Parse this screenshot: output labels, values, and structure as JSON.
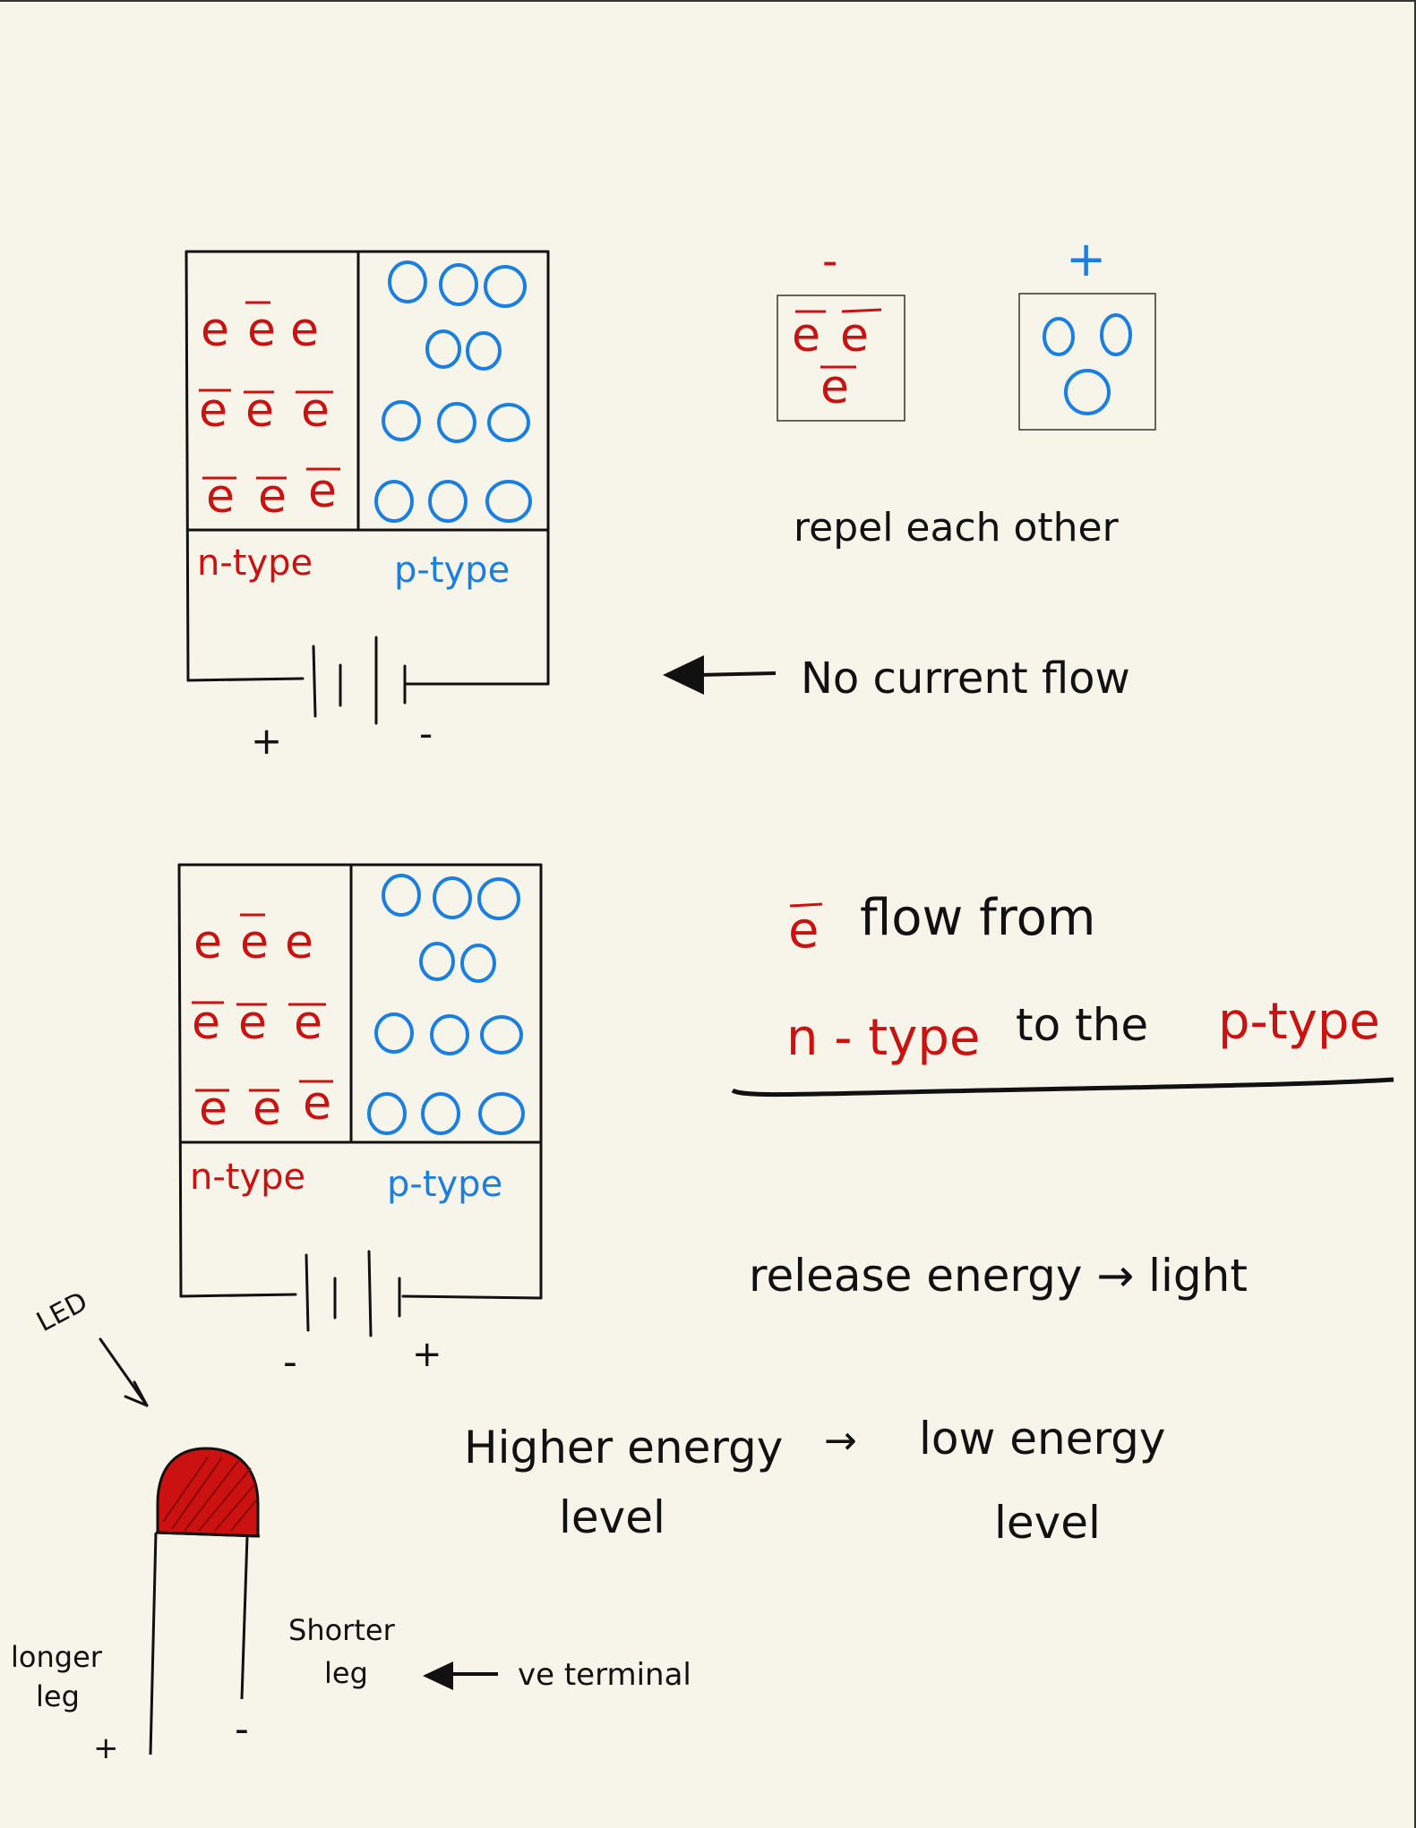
{
  "colors": {
    "background": "#f7f5ea",
    "ink": "#111111",
    "n_type": "#cc1111",
    "p_type": "#1a7fe0"
  },
  "diagram1": {
    "n_label": "n-type",
    "p_label": "p-type",
    "electron": "e",
    "battery_left": "+",
    "battery_right": "-",
    "charge_minus": "-",
    "charge_plus": "+",
    "repel": "repel each other",
    "no_current": "No current flow"
  },
  "diagram2": {
    "n_label": "n-type",
    "p_label": "p-type",
    "battery_left": "-",
    "battery_right": "+",
    "flow_e": "e",
    "flow_line1": "flow from",
    "flow_n": "n - type",
    "flow_to": "to the",
    "flow_p": "p-type",
    "release": "release energy → light",
    "higher": "Higher energy",
    "higher_level": "level",
    "arrow": "→",
    "low": "low energy",
    "low_level": "level"
  },
  "led": {
    "label": "LED",
    "longer": "longer",
    "longer_leg": "leg",
    "plus": "+",
    "minus": "-",
    "shorter": "Shorter",
    "shorter_leg": "leg",
    "ve": "ve terminal"
  }
}
